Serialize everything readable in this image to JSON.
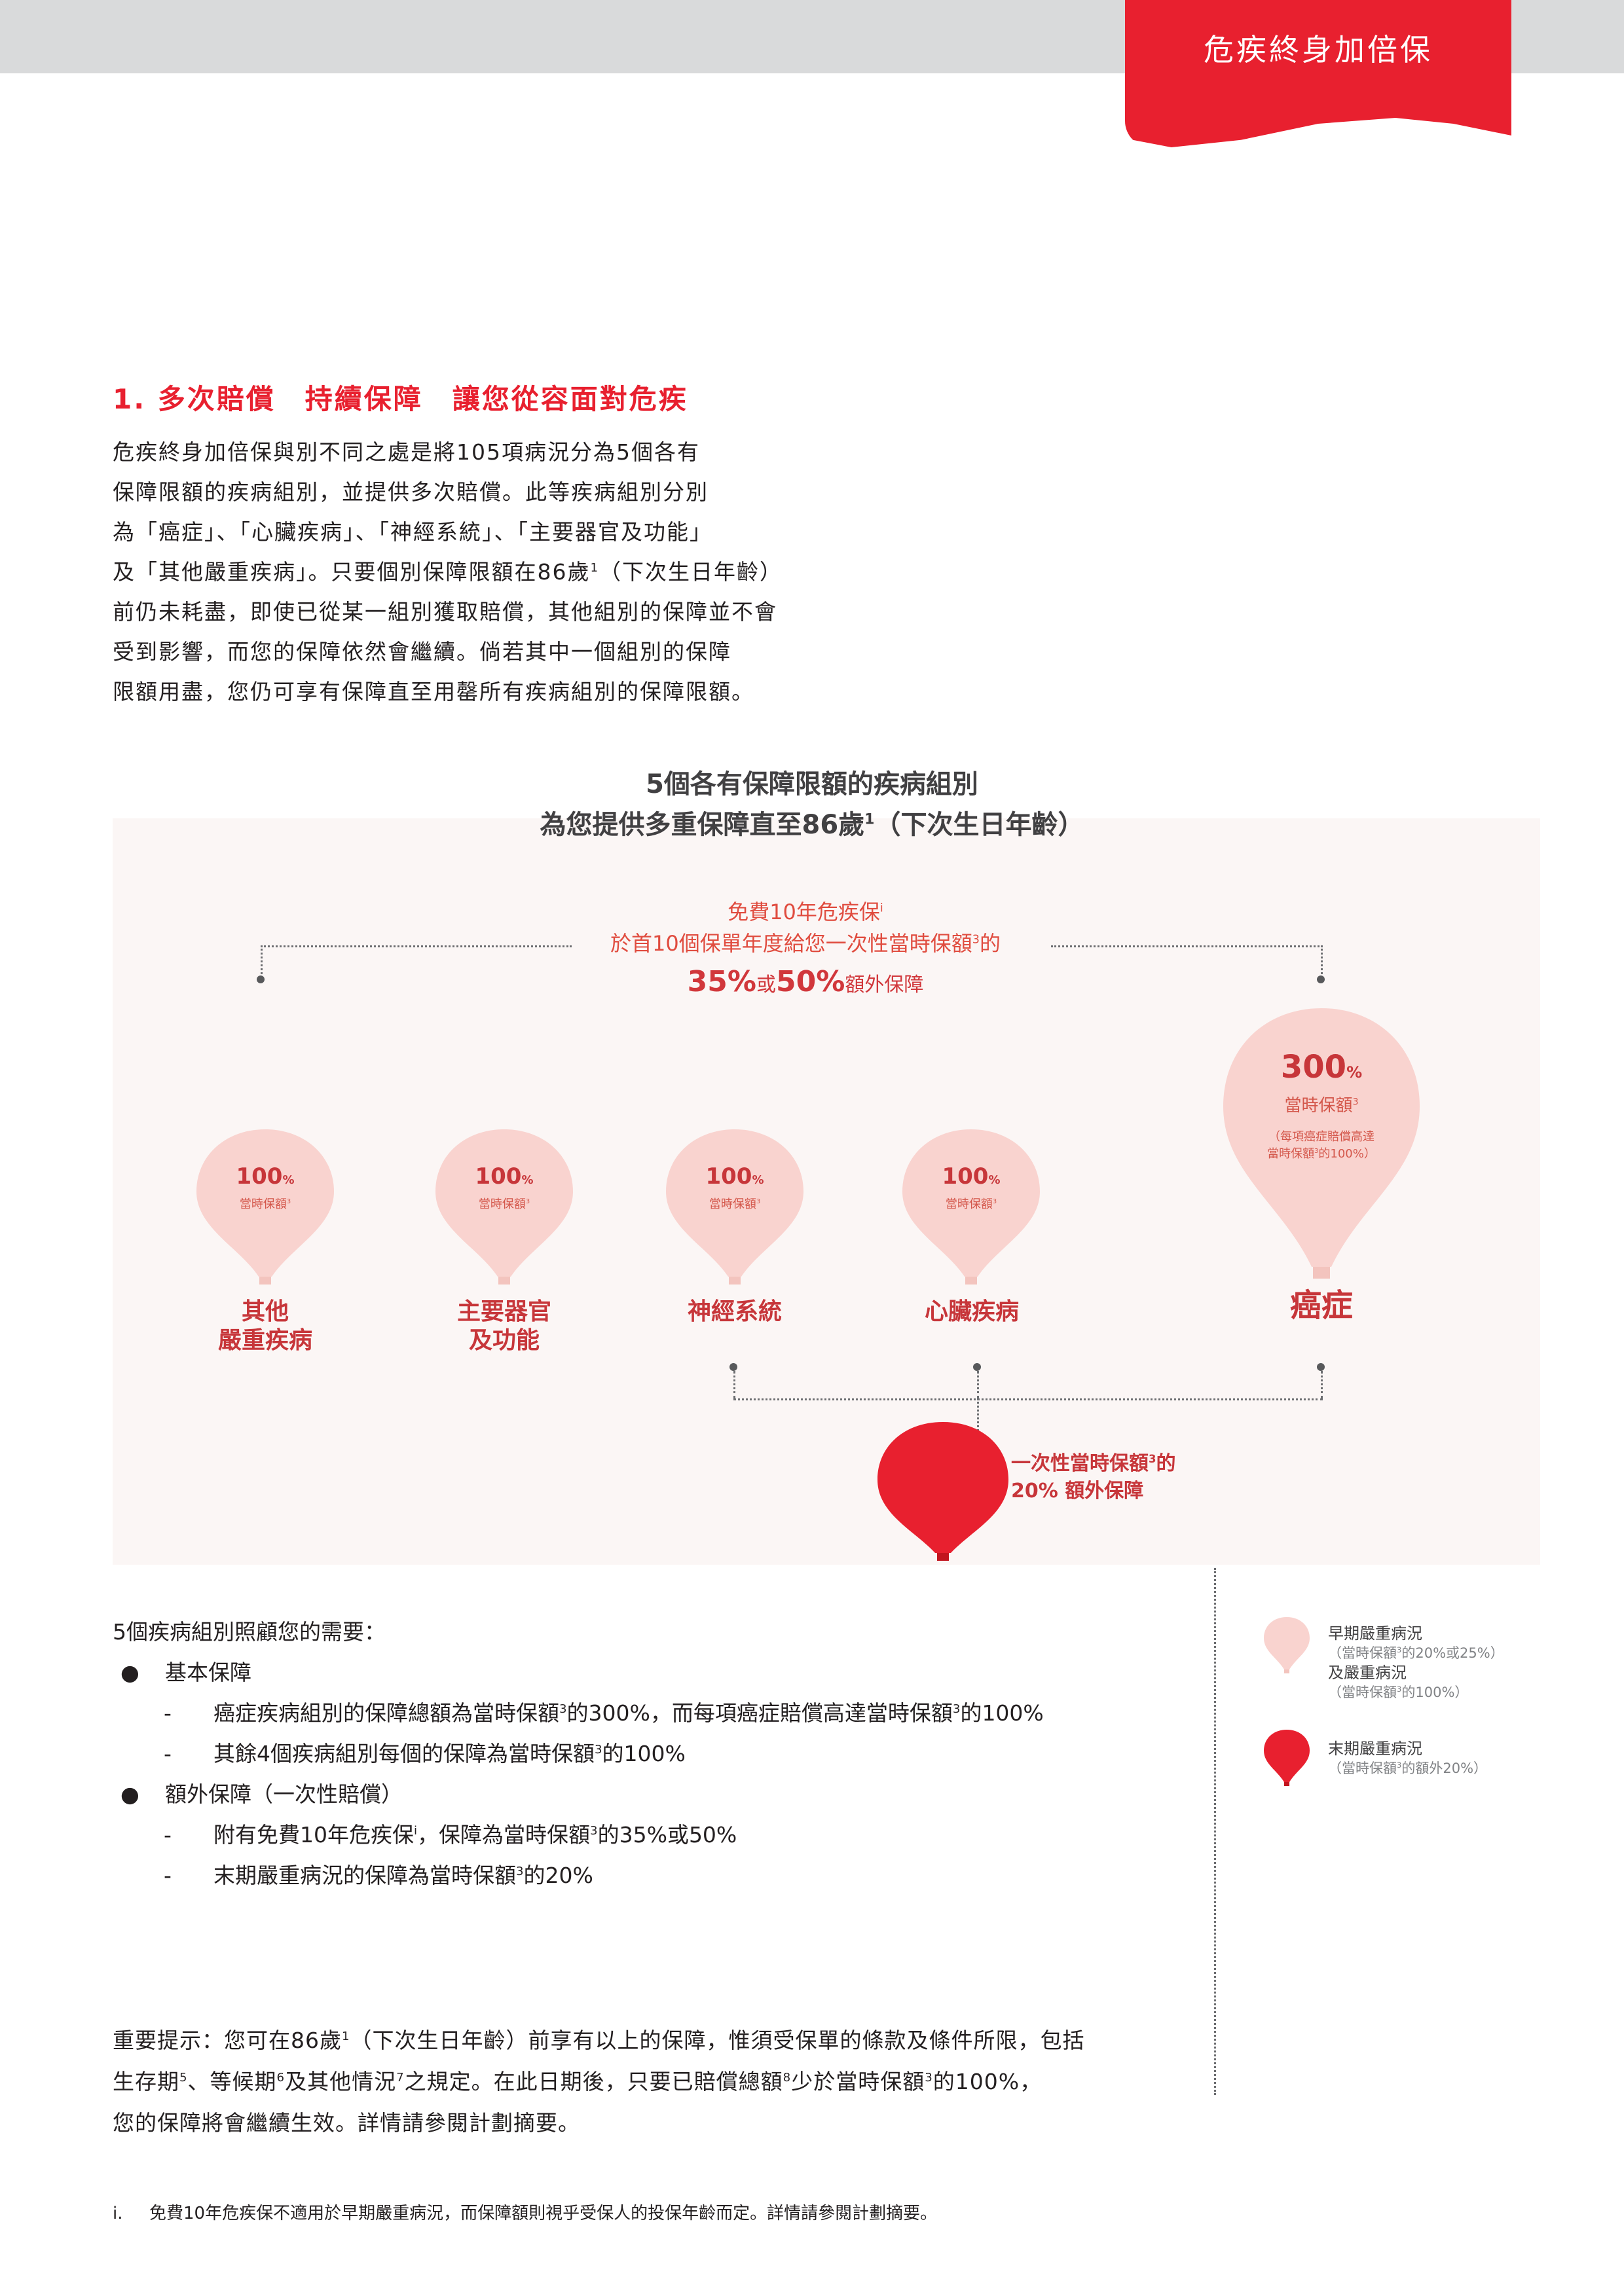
{
  "header": {
    "product_name": "危疾終身加倍保"
  },
  "section": {
    "title": "1. 多次賠償　持續保障　讓您從容面對危疾",
    "intro_lines": [
      "危疾終身加倍保與別不同之處是將105項病況分為5個各有",
      "保障限額的疾病組別，並提供多次賠償。此等疾病組別分別",
      "為「癌症」、「心臟疾病」、「神經系統」、「主要器官及功能」",
      "及「其他嚴重疾病」。只要個別保障限額在86歲",
      "前仍未耗盡，即使已從某一組別獲取賠償，其他組別的保障並不會",
      "受到影響，而您的保障依然會繼續。倘若其中一個組別的保障",
      "限額用盡，您仍可享有保障直至用罄所有疾病組別的保障限額。"
    ],
    "intro_sup": "1",
    "intro_line4_tail": "（下次生日年齡）"
  },
  "diagram": {
    "title_line1": "5個各有保障限額的疾病組別",
    "title_line2": "為您提供多重保障直至86歲",
    "title_line2_sup": "1",
    "title_line2_tail": "（下次生日年齡）",
    "bonus": {
      "line1": "免費10年危疾保",
      "line1_sup": "i",
      "line2": "於首10個保單年度給您一次性當時保額",
      "line2_sup": "3",
      "line2_tail": "的",
      "line3_a": "35%",
      "line3_or": "或",
      "line3_b": "50%",
      "line3_tail": "額外保障"
    },
    "groups": [
      {
        "pct": "100",
        "unit": "%",
        "sub": "當時保額",
        "sup": "3",
        "name_lines": [
          "其他",
          "嚴重疾病"
        ]
      },
      {
        "pct": "100",
        "unit": "%",
        "sub": "當時保額",
        "sup": "3",
        "name_lines": [
          "主要器官",
          "及功能"
        ]
      },
      {
        "pct": "100",
        "unit": "%",
        "sub": "當時保額",
        "sup": "3",
        "name_lines": [
          "神經系統"
        ]
      },
      {
        "pct": "100",
        "unit": "%",
        "sub": "當時保額",
        "sup": "3",
        "name_lines": [
          "心臟疾病"
        ]
      },
      {
        "pct": "300",
        "unit": "%",
        "sub": "當時保額",
        "sup": "3",
        "note_line1": "（每項癌症賠償高達",
        "note_line2": "當時保額",
        "note_line2_sup": "3",
        "note_line2_tail": "的100%）",
        "name_lines": [
          "癌症"
        ]
      }
    ],
    "extra": {
      "line1": "一次性當時保額",
      "line1_sup": "3",
      "line1_tail": "的",
      "line2": "20% 額外保障"
    }
  },
  "needs": {
    "heading": "5個疾病組別照顧您的需要：",
    "items": [
      {
        "label": "基本保障",
        "subs": [
          {
            "a": "癌症疾病組別的保障總額為當時保額",
            "sup": "3",
            "b": "的300%，而每項癌症賠償高達當時保額",
            "sup2": "3",
            "c": "的100%"
          },
          {
            "a": "其餘4個疾病組別每個的保障為當時保額",
            "sup": "3",
            "b": "的100%"
          }
        ]
      },
      {
        "label": "額外保障（一次性賠償）",
        "subs": [
          {
            "a": "附有免費10年危疾保",
            "sup": "i",
            "b": "，保障為當時保額",
            "sup2": "3",
            "c": "的35%或50%"
          },
          {
            "a": "末期嚴重病況的保障為當時保額",
            "sup": "3",
            "b": "的20%"
          }
        ]
      }
    ]
  },
  "legend": {
    "light_l1": "早期嚴重病況",
    "light_l2": "（當時保額",
    "light_l2_sup": "3",
    "light_l2_tail": "的20%或25%）",
    "light_l3": "及嚴重病況",
    "light_l4": "（當時保額",
    "light_l4_sup": "3",
    "light_l4_tail": "的100%）",
    "dark_l1": "末期嚴重病況",
    "dark_l2": "（當時保額",
    "dark_l2_sup": "3",
    "dark_l2_tail": "的額外20%）",
    "colors": {
      "light": "#f9d3cf",
      "dark": "#e8202f"
    }
  },
  "important": {
    "line1_a": "重要提示：您可在86歲",
    "line1_sup": "1",
    "line1_b": "（下次生日年齡）前享有以上的保障，惟須受保單的條款及條件所限，包括",
    "line2_a": "生存期",
    "line2_sup1": "5",
    "line2_b": "、等候期",
    "line2_sup2": "6",
    "line2_c": "及其他情況",
    "line2_sup3": "7",
    "line2_d": "之規定。在此日期後，只要已賠償總額",
    "line2_sup4": "8",
    "line2_e": "少於當時保額",
    "line2_sup5": "3",
    "line2_f": "的100%，",
    "line3": "您的保障將會繼續生效。詳情請參閱計劃摘要。"
  },
  "footnote": {
    "num": "i.",
    "text": "免費10年危疾保不適用於早期嚴重病況，而保障額則視乎受保人的投保年齡而定。詳情請參閱計劃摘要。"
  }
}
